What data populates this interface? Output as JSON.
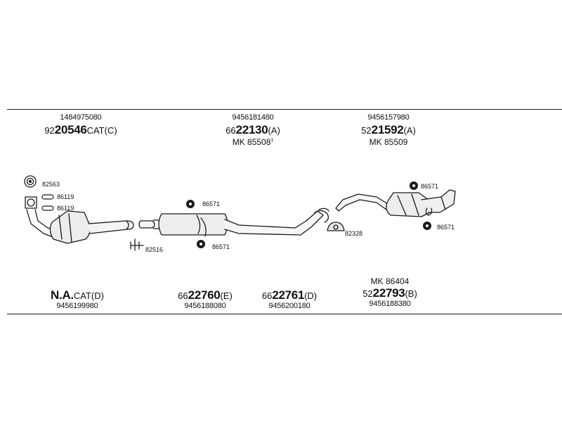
{
  "top_parts": [
    {
      "ref": "1484975080",
      "pre": "92",
      "big": "20546",
      "suf": "CAT(C)",
      "mk": ""
    },
    {
      "ref": "9456181480",
      "pre": "66",
      "big": "22130",
      "suf": "(A)",
      "mk": "MK  85508",
      "mk_sup": "1"
    },
    {
      "ref": "9456157980",
      "pre": "52",
      "big": "21592",
      "suf": "(A)",
      "mk": "MK  85509",
      "mk_sup": ""
    }
  ],
  "bottom_parts": [
    {
      "mk": "",
      "pre": "",
      "big": "N.A.",
      "suf": "CAT(D)",
      "ref": "9456199980"
    },
    {
      "mk": "",
      "pre": "66",
      "big": "22760",
      "suf": "(E)",
      "ref": "9456188080"
    },
    {
      "mk": "",
      "pre": "66",
      "big": "22761",
      "suf": "(D)",
      "ref": "9456200180"
    },
    {
      "mk": "MK  86404",
      "pre": "52",
      "big": "22793",
      "suf": "(B)",
      "ref": "9456188380"
    }
  ],
  "callouts": {
    "c82563": "82563",
    "c86119a": "86119",
    "c86119b": "86119",
    "c82516": "82516",
    "c86571a": "86571",
    "c86571b": "86571",
    "c82328": "82328",
    "c86571c": "86571",
    "c86571d": "86571"
  }
}
